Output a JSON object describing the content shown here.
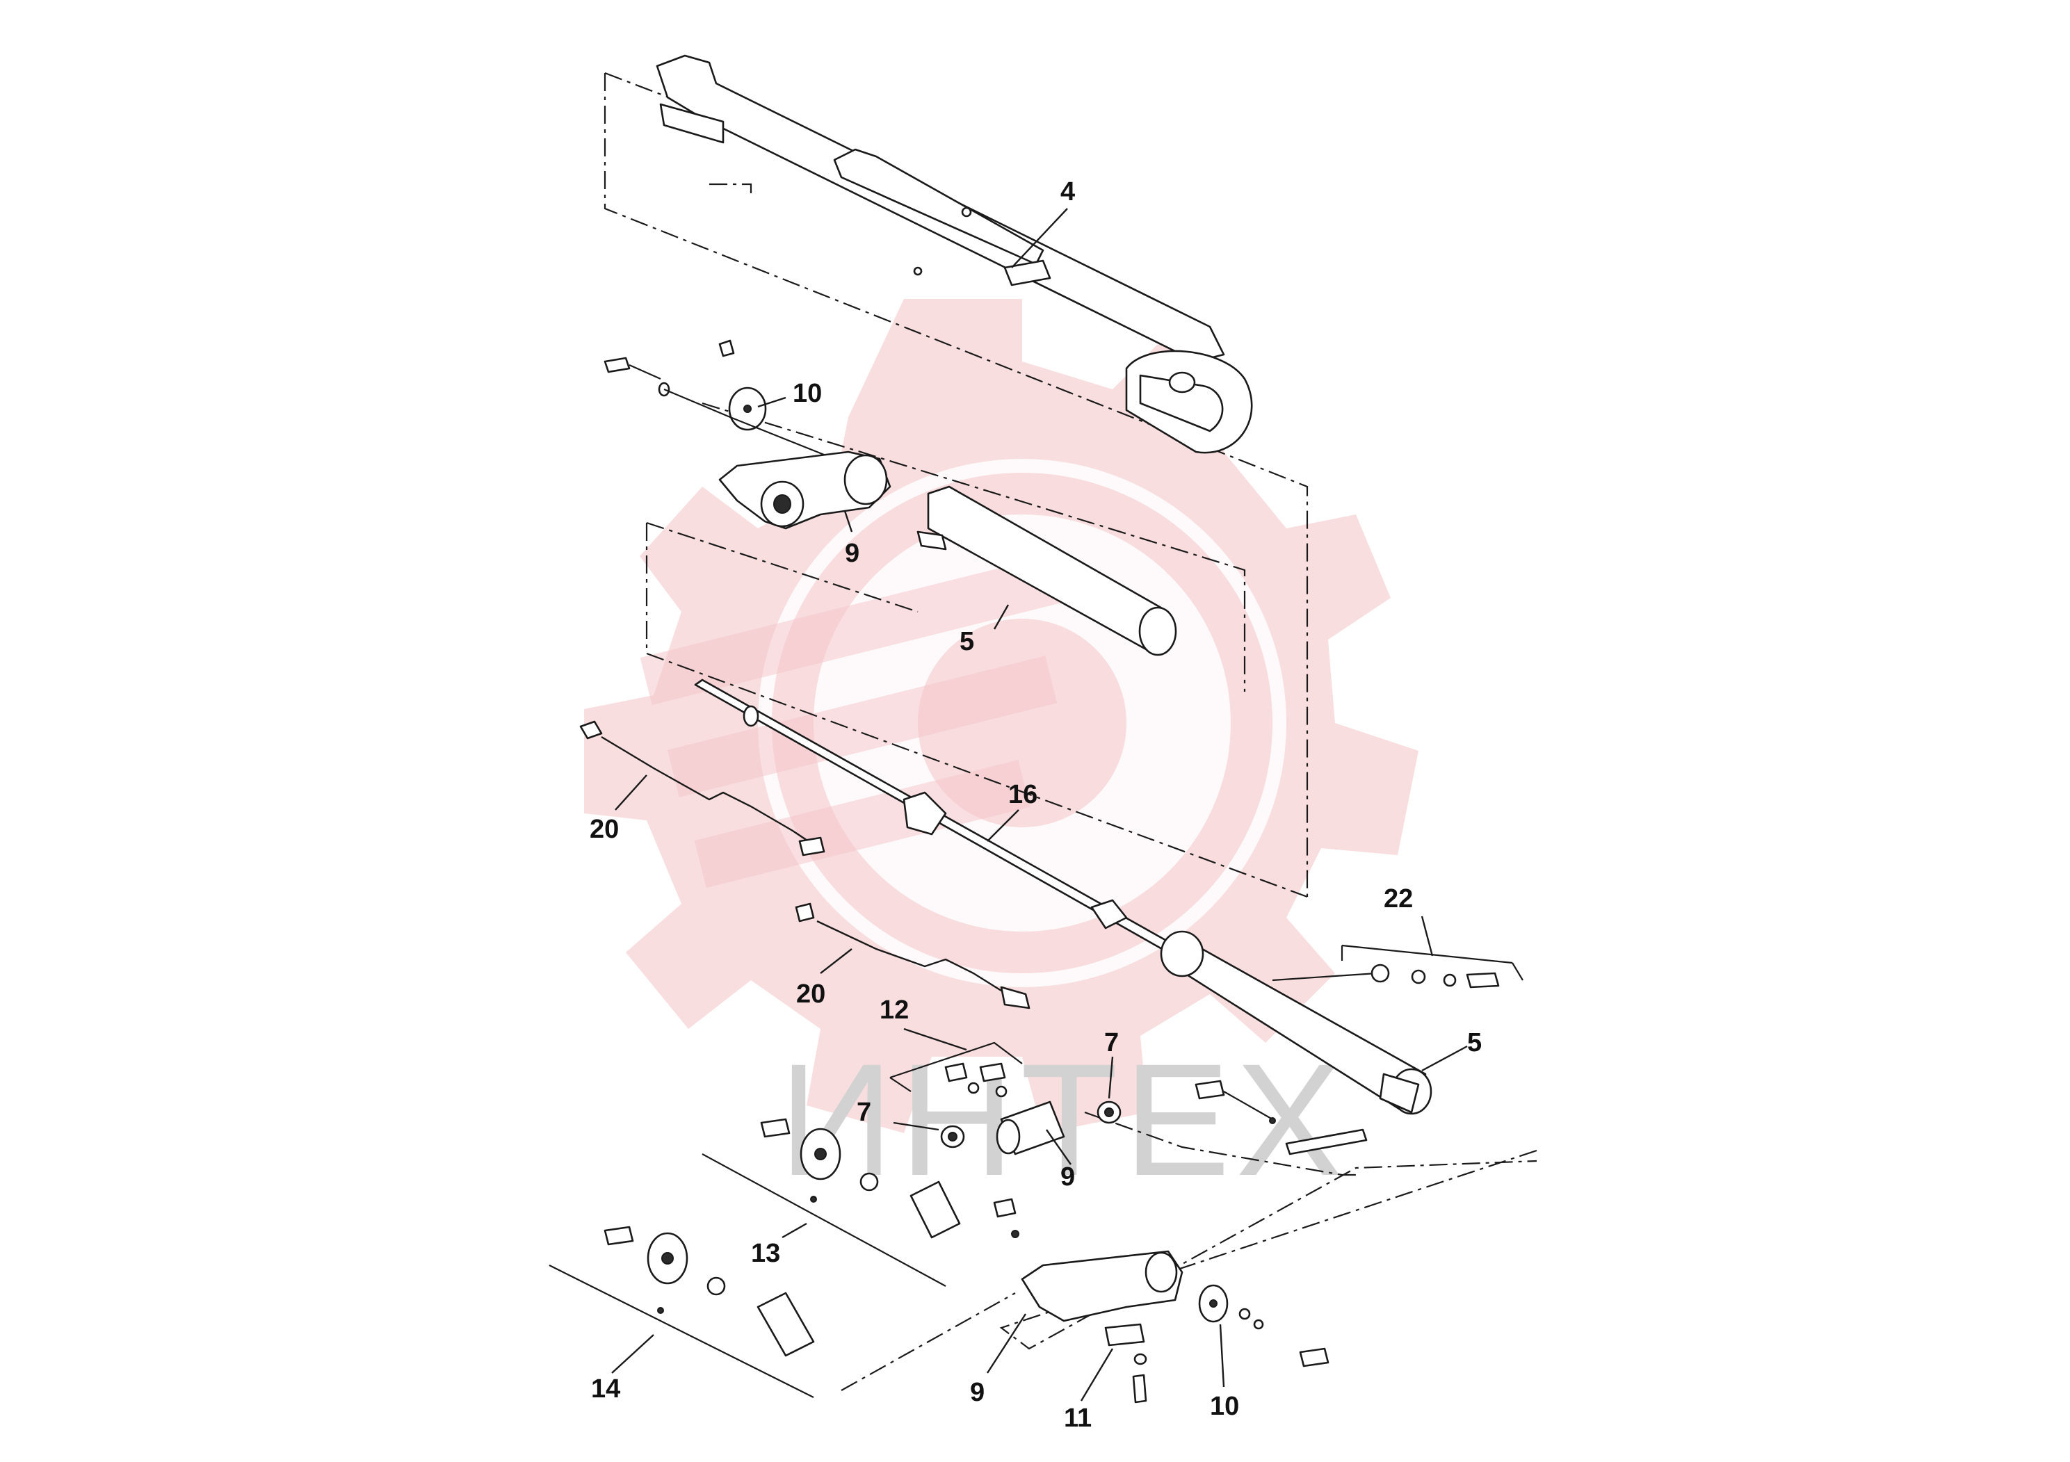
{
  "watermark": {
    "text": "ИНТЕХ",
    "logo_color": "#f4c3c7",
    "text_color": "#d2d2d2",
    "icon": "gear-logo"
  },
  "callouts": [
    {
      "id": "c4a",
      "text": "4"
    },
    {
      "id": "c10a",
      "text": "10"
    },
    {
      "id": "c9a",
      "text": "9"
    },
    {
      "id": "c5a",
      "text": "5"
    },
    {
      "id": "c16",
      "text": "16"
    },
    {
      "id": "c20a",
      "text": "20"
    },
    {
      "id": "c22",
      "text": "22"
    },
    {
      "id": "c20b",
      "text": "20"
    },
    {
      "id": "c12",
      "text": "12"
    },
    {
      "id": "c5b",
      "text": "5"
    },
    {
      "id": "c7a",
      "text": "7"
    },
    {
      "id": "c7b",
      "text": "7"
    },
    {
      "id": "c9b",
      "text": "9"
    },
    {
      "id": "c13",
      "text": "13"
    },
    {
      "id": "c14",
      "text": "14"
    },
    {
      "id": "c9c",
      "text": "9"
    },
    {
      "id": "c11",
      "text": "11"
    },
    {
      "id": "c10b",
      "text": "10"
    }
  ],
  "colors": {
    "line": "#1a1a1a",
    "background": "#ffffff"
  }
}
